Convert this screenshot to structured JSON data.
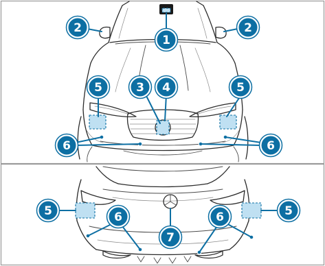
{
  "colors": {
    "accent": "#0d6fa3",
    "sensor_fill": "#bfe0f2",
    "frame": "#9a9a9a",
    "line": "#2b2b2b"
  },
  "panels": [
    {
      "view": "front",
      "callouts": [
        "2",
        "1",
        "2",
        "3",
        "4",
        "5",
        "5",
        "6",
        "6"
      ]
    },
    {
      "view": "rear",
      "callouts": [
        "5",
        "6",
        "7",
        "6",
        "5"
      ]
    }
  ],
  "callouts": {
    "front_camera": "1",
    "left_mirror_camera": "2",
    "right_mirror_camera": "2",
    "radar_grille": "3",
    "radar_star": "4",
    "front_left_radar": "5",
    "front_right_radar": "5",
    "front_left_ultrasonic": "6",
    "front_right_ultrasonic": "6",
    "rear_left_radar": "5",
    "rear_left_ultrasonic": "6",
    "rear_camera": "7",
    "rear_right_ultrasonic": "6",
    "rear_right_radar": "5"
  }
}
